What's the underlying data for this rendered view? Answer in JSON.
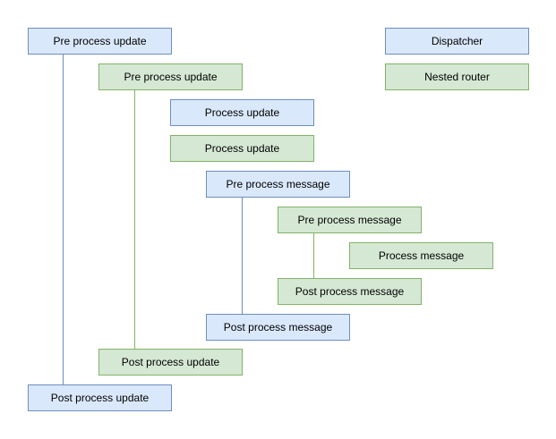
{
  "diagram": {
    "background_color": "#ffffff",
    "colors": {
      "blue_fill": "#dae8fc",
      "blue_stroke": "#6c8ebf",
      "green_fill": "#d5e8d4",
      "green_stroke": "#82b366",
      "text": "#000000"
    },
    "nodes": [
      {
        "id": "pre-process-update-blue",
        "label": "Pre process update",
        "variant": "blue"
      },
      {
        "id": "dispatcher",
        "label": "Dispatcher",
        "variant": "blue"
      },
      {
        "id": "pre-process-update-green",
        "label": "Pre process update",
        "variant": "green"
      },
      {
        "id": "nested-router",
        "label": "Nested router",
        "variant": "green"
      },
      {
        "id": "process-update-blue",
        "label": "Process update",
        "variant": "blue"
      },
      {
        "id": "process-update-green",
        "label": "Process update",
        "variant": "green"
      },
      {
        "id": "pre-process-message-blue",
        "label": "Pre process message",
        "variant": "blue"
      },
      {
        "id": "pre-process-message-green",
        "label": "Pre process message",
        "variant": "green"
      },
      {
        "id": "process-message-green",
        "label": "Process message",
        "variant": "green"
      },
      {
        "id": "post-process-message-green",
        "label": "Post process message",
        "variant": "green"
      },
      {
        "id": "post-process-message-blue",
        "label": "Post process message",
        "variant": "blue"
      },
      {
        "id": "post-process-update-green",
        "label": "Post process update",
        "variant": "green"
      },
      {
        "id": "post-process-update-blue",
        "label": "Post process update",
        "variant": "blue"
      }
    ],
    "connectors": [
      {
        "from": "pre-process-update-blue",
        "to": "post-process-update-blue",
        "variant": "blue"
      },
      {
        "from": "pre-process-update-green",
        "to": "post-process-update-green",
        "variant": "green"
      },
      {
        "from": "pre-process-message-blue",
        "to": "post-process-message-blue",
        "variant": "blue"
      },
      {
        "from": "pre-process-message-green",
        "to": "post-process-message-green",
        "variant": "green"
      }
    ]
  }
}
